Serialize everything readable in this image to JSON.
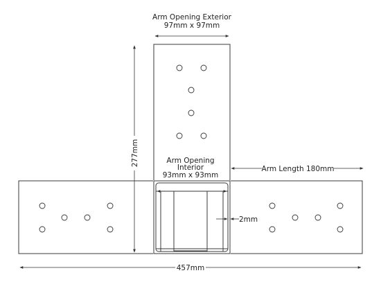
{
  "labels": {
    "arm_opening_exterior_title": "Arm Opening Exterior",
    "arm_opening_exterior_size": "97mm x 97mm",
    "arm_opening_interior_line1": "Arm Opening",
    "arm_opening_interior_line2": "Interior",
    "arm_opening_interior_size": "93mm x 93mm",
    "height": "277mm",
    "arm_length": "Arm Length 180mm",
    "wall_thickness": "2mm",
    "total_width": "457mm"
  }
}
